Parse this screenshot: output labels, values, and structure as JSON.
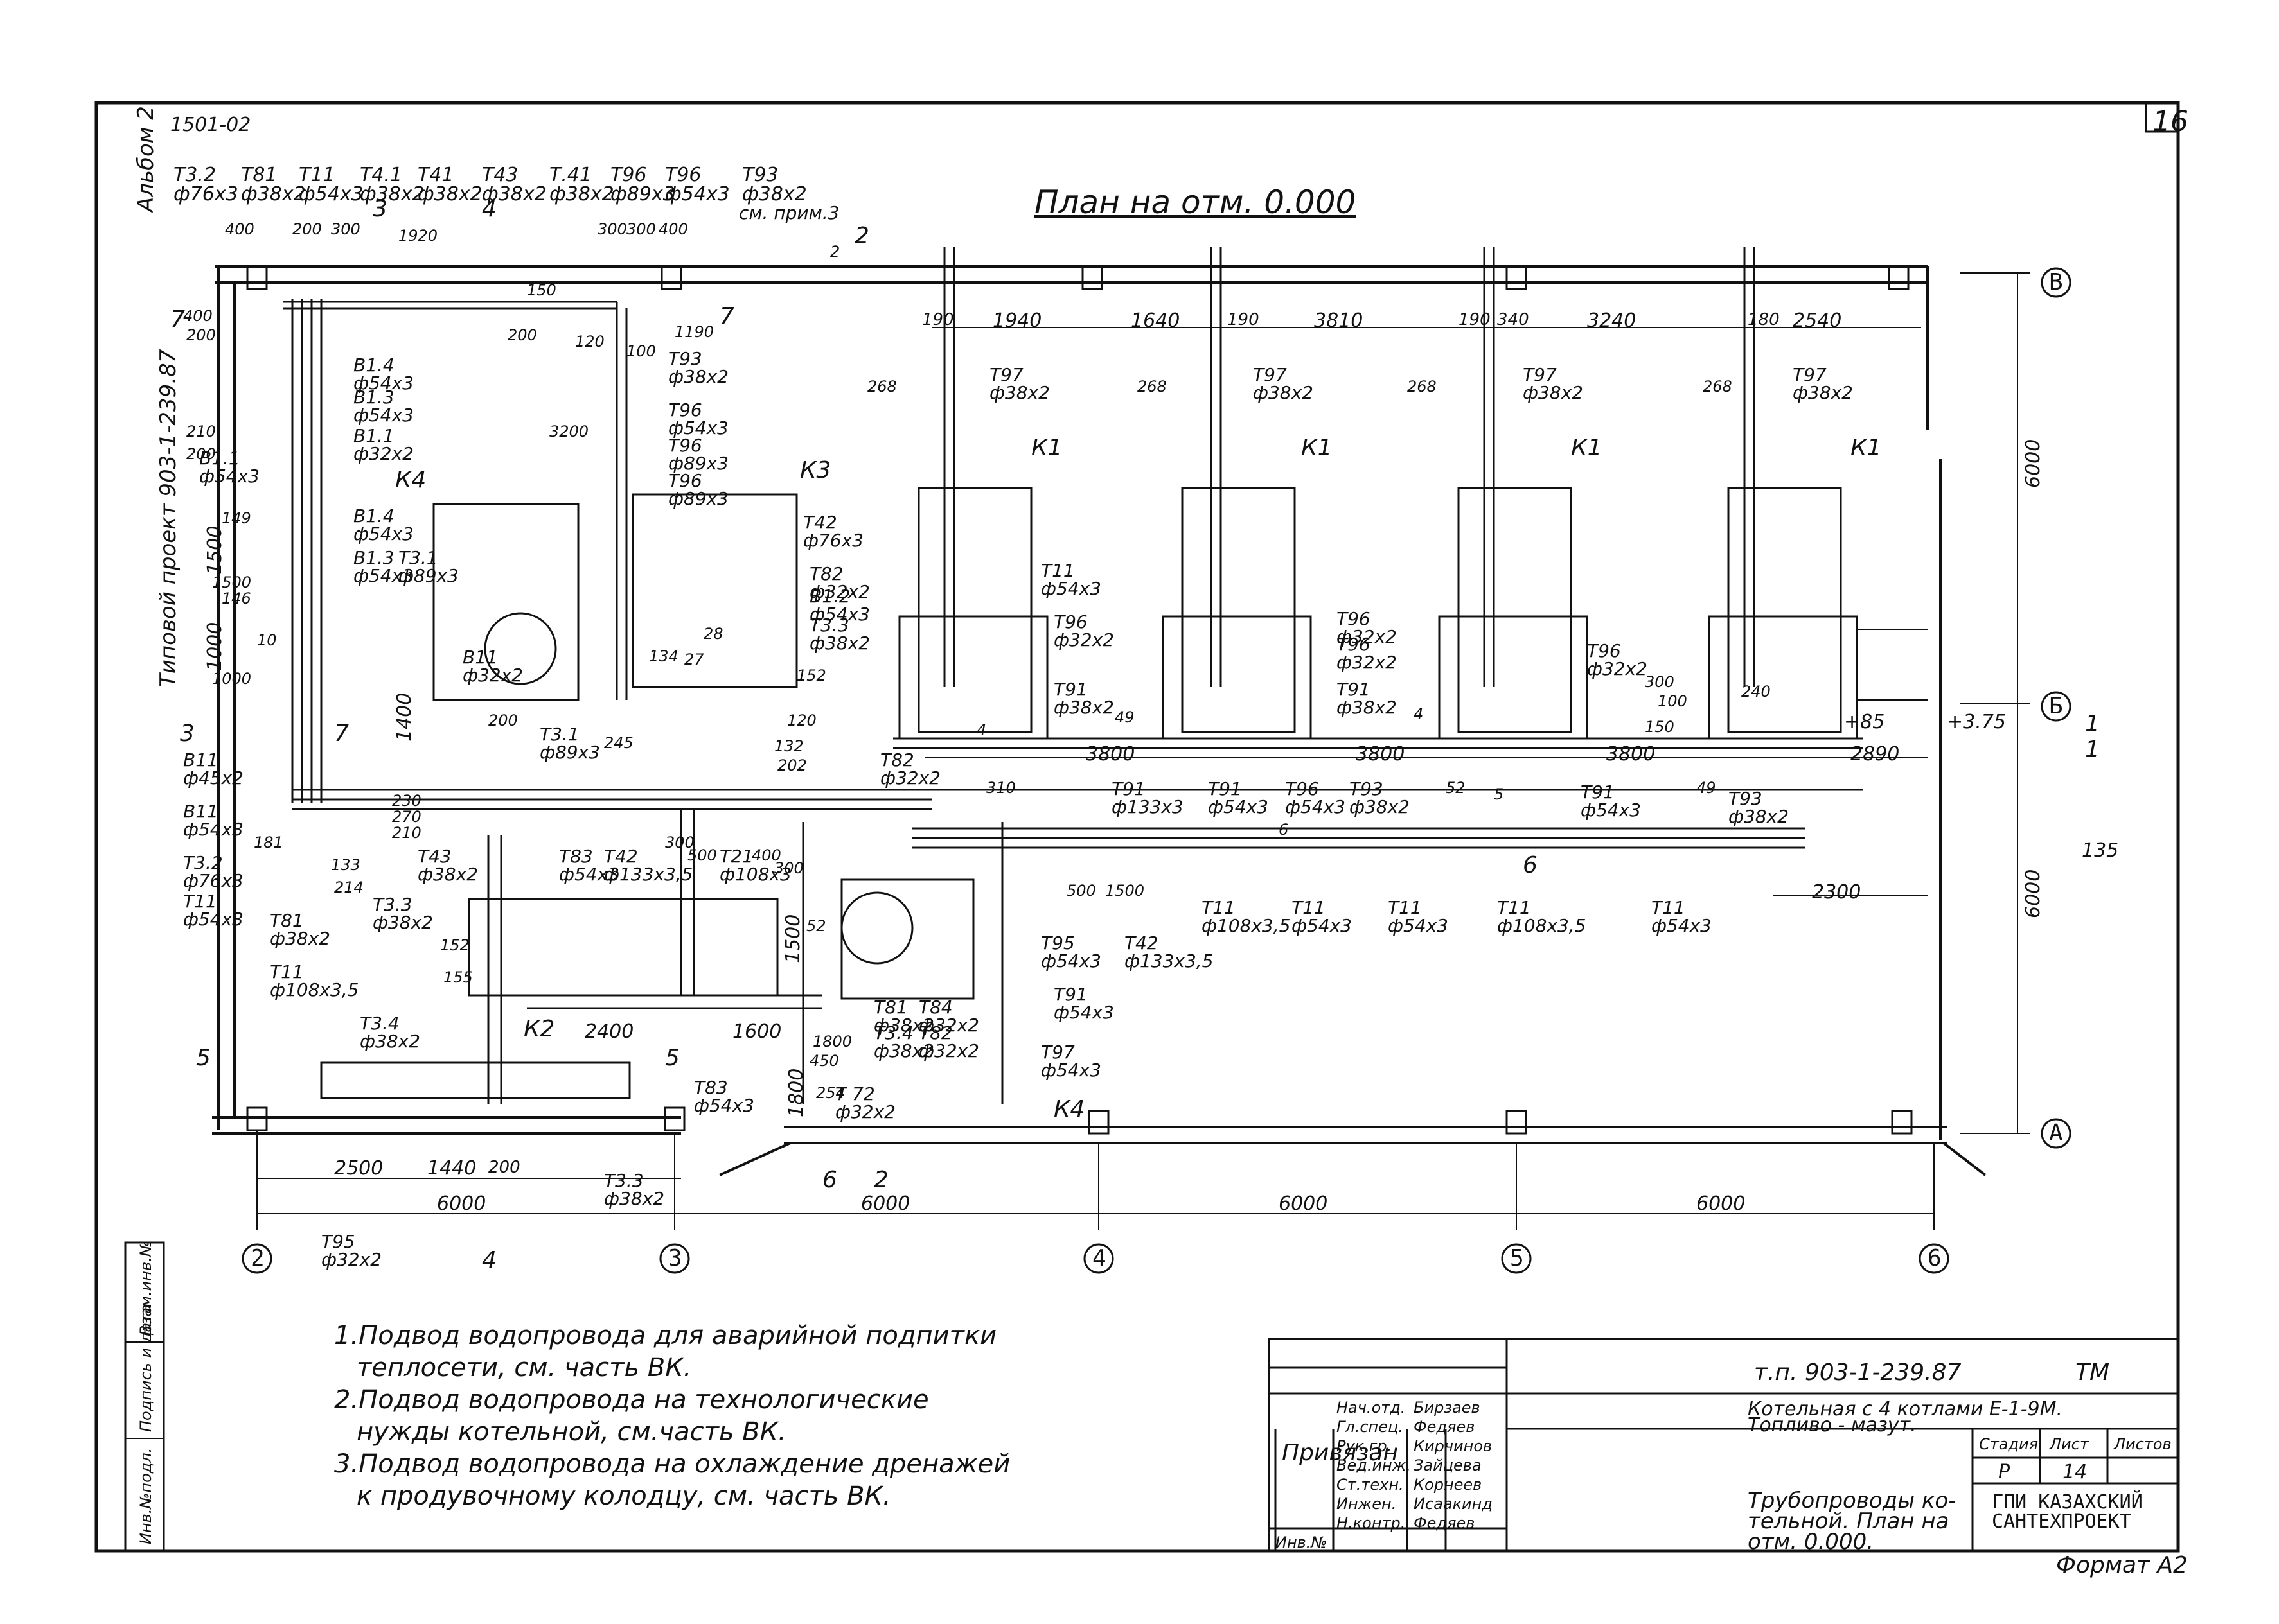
{
  "sheet": {
    "number": "16",
    "code_top": "1501-02",
    "album": "Альбом 2",
    "project_side": "Типовой проект 903-1-239.87"
  },
  "plan_title": "План на отм. 0.000",
  "axes": {
    "cols": [
      "2",
      "3",
      "4",
      "5",
      "6"
    ],
    "rows": [
      "В",
      "Б",
      "А"
    ]
  },
  "dimensions": {
    "bottom_spans": [
      "6000",
      "6000",
      "6000",
      "6000"
    ],
    "bottom_small": [
      "2500",
      "1440",
      "200"
    ],
    "right": [
      "6000",
      "6000"
    ],
    "top_spans": [
      "1940",
      "1640",
      "3810",
      "3240",
      "2540",
      "190",
      "190",
      "340",
      "190",
      "180"
    ],
    "mid_spans": [
      "3800",
      "3800",
      "3800",
      "2890",
      "2300"
    ],
    "left": [
      "2400",
      "1600",
      "1800",
      "1500",
      "1000",
      "1500",
      "1400"
    ]
  },
  "pipe_labels_top": [
    {
      "code": "Т3.2",
      "size": "ф76х3"
    },
    {
      "code": "Т81",
      "size": "ф38х2"
    },
    {
      "code": "Т11",
      "size": "ф54х3"
    },
    {
      "code": "Т4.1",
      "size": "ф38х2"
    },
    {
      "code": "Т41",
      "size": "ф38х2"
    },
    {
      "code": "Т43",
      "size": "ф38х2"
    },
    {
      "code": "Т.41",
      "size": "ф38х2"
    },
    {
      "code": "Т96",
      "size": "ф89х3"
    },
    {
      "code": "Т96",
      "size": "ф54х3"
    },
    {
      "code": "Т93",
      "size": "ф38х2"
    }
  ],
  "pipe_labels": [
    {
      "code": "Т97",
      "size": "ф38х2"
    },
    {
      "code": "Т97",
      "size": "ф38х2"
    },
    {
      "code": "Т97",
      "size": "ф38х2"
    },
    {
      "code": "Т97",
      "size": "ф38х2"
    },
    {
      "code": "Т93",
      "size": "ф38х2"
    },
    {
      "code": "Т96",
      "size": "ф54х3"
    },
    {
      "code": "Т96",
      "size": "ф89х3"
    },
    {
      "code": "Т96",
      "size": "ф89х3"
    },
    {
      "code": "В1.4",
      "size": "ф54х3"
    },
    {
      "code": "В1.3",
      "size": "ф54х3"
    },
    {
      "code": "В1.1",
      "size": "ф32х2"
    },
    {
      "code": "В1.1",
      "size": "ф54х3"
    },
    {
      "code": "В1.4",
      "size": "ф54х3"
    },
    {
      "code": "В1.3",
      "size": "ф54х3"
    },
    {
      "code": "Т3.1",
      "size": "ф89х3"
    },
    {
      "code": "В11",
      "size": "ф32х2"
    },
    {
      "code": "Т3.1",
      "size": "ф89х3"
    },
    {
      "code": "Т42",
      "size": "ф76х3"
    },
    {
      "code": "Т82",
      "size": "ф32х2"
    },
    {
      "code": "В1.2",
      "size": "ф54х3"
    },
    {
      "code": "Т3.3",
      "size": "ф38х2"
    },
    {
      "code": "Т11",
      "size": "ф54х3"
    },
    {
      "code": "Т96",
      "size": "ф32х2"
    },
    {
      "code": "Т96",
      "size": "ф32х2"
    },
    {
      "code": "Т96",
      "size": "ф32х2"
    },
    {
      "code": "Т96",
      "size": "ф32х2"
    },
    {
      "code": "Т91",
      "size": "ф38х2"
    },
    {
      "code": "Т91",
      "size": "ф38х2"
    },
    {
      "code": "Т91",
      "size": "ф133х3"
    },
    {
      "code": "Т91",
      "size": "ф54х3"
    },
    {
      "code": "Т96",
      "size": "ф54х3"
    },
    {
      "code": "Т93",
      "size": "ф38х2"
    },
    {
      "code": "Т91",
      "size": "ф54х3"
    },
    {
      "code": "Т93",
      "size": "ф38х2"
    },
    {
      "code": "Т82",
      "size": "ф32х2"
    },
    {
      "code": "Т11",
      "size": "ф108х3,5"
    },
    {
      "code": "Т11",
      "size": "ф54х3"
    },
    {
      "code": "Т11",
      "size": "ф54х3"
    },
    {
      "code": "Т11",
      "size": "ф108х3,5"
    },
    {
      "code": "Т11",
      "size": "ф54х3"
    },
    {
      "code": "В11",
      "size": "ф45х2"
    },
    {
      "code": "В11",
      "size": "ф54х3"
    },
    {
      "code": "Т3.2",
      "size": "ф76х3"
    },
    {
      "code": "Т11",
      "size": "ф54х3"
    },
    {
      "code": "Т81",
      "size": "ф38х2"
    },
    {
      "code": "Т11",
      "size": "ф108х3,5"
    },
    {
      "code": "Т43",
      "size": "ф38х2"
    },
    {
      "code": "Т3.3",
      "size": "ф38х2"
    },
    {
      "code": "Т83",
      "size": "ф54х3"
    },
    {
      "code": "Т42",
      "size": "ф133х3,5"
    },
    {
      "code": "Т21",
      "size": "ф108х3"
    },
    {
      "code": "Т3.4",
      "size": "ф38х2"
    },
    {
      "code": "Т95",
      "size": "ф54х3"
    },
    {
      "code": "Т42",
      "size": "ф133х3,5"
    },
    {
      "code": "Т81",
      "size": "ф38х2"
    },
    {
      "code": "Т84",
      "size": "ф32х2"
    },
    {
      "code": "Т91",
      "size": "ф54х3"
    },
    {
      "code": "Т3.4",
      "size": "ф38х2"
    },
    {
      "code": "Т82",
      "size": "ф32х2"
    },
    {
      "code": "Т83",
      "size": "ф54х3"
    },
    {
      "code": "Т 72",
      "size": "ф32х2"
    },
    {
      "code": "Т97",
      "size": "ф54х3"
    },
    {
      "code": "Т3.3",
      "size": "ф38х2"
    },
    {
      "code": "Т95",
      "size": "ф32х2"
    }
  ],
  "equipment": [
    "К1",
    "К1",
    "К1",
    "К1",
    "К2",
    "К3",
    "К4",
    "К4"
  ],
  "sections": [
    "7",
    "7",
    "7",
    "3",
    "3",
    "4",
    "4",
    "5",
    "5",
    "6",
    "6",
    "1",
    "1",
    "2",
    "2"
  ],
  "notes": [
    "1.Подвод водопровода для аварийной подпитки теплосети, см. часть ВК.",
    "2.Подвод водопровода на технологические нужды котельной, см.часть ВК.",
    "3.Подвод водопровода на охлаждение дренажей к продувочному колодцу, см. часть ВК."
  ],
  "notes_lines": [
    "1.Подвод водопровода для аварийной подпитки",
    "теплосети, см. часть ВК.",
    "2.Подвод водопровода на технологические",
    "нужды котельной, см.часть ВК.",
    "3.Подвод водопровода на охлаждение дренажей",
    "к продувочному колодцу, см. часть ВК."
  ],
  "stamp": {
    "doc_code": "т.п. 903-1-239.87",
    "mark": "ТМ",
    "object_line1": "Котельная с 4 котлами Е-1-9М.",
    "object_line2": "Топливо - мазут.",
    "sheet_title_lines": [
      "Трубопроводы ко-",
      "тельной. План на",
      "отм. 0.000."
    ],
    "stage_head": "Стадия",
    "sheet_head": "Лист",
    "sheets_head": "Листов",
    "stage": "Р",
    "sheet": "14",
    "org_line1": "ГПИ КАЗАХСКИЙ",
    "org_line2": "САНТЕХПРОЕКТ",
    "format": "Формат А2",
    "privyazan": "Привязан",
    "inv": "Инв.№",
    "roles": [
      "Нач.отд.",
      "Гл.спец.",
      "Рук.гр.",
      "Вед.инж.",
      "Ст.техн.",
      "Инжен.",
      "Н.контр."
    ],
    "names": [
      "Бирзаев",
      "Федяев",
      "Кирчинов",
      "Зайцева",
      "Корнеев",
      "Исаакинд",
      "Федяев"
    ],
    "side_cells": [
      "Инв.№подл.",
      "Подпись и дата",
      "Взам.инв.№"
    ]
  },
  "misc": {
    "see_note": "см. прим.3",
    "elev_marks": [
      "+85",
      "+3.75",
      "135"
    ],
    "nums": [
      "400",
      "200",
      "300",
      "1920",
      "150",
      "200",
      "300",
      "300",
      "400",
      "120",
      "1190",
      "100",
      "3200",
      "268",
      "268",
      "268",
      "268",
      "310",
      "2",
      "149",
      "146",
      "10",
      "1500",
      "1000",
      "400",
      "200",
      "210",
      "200",
      "230",
      "270",
      "210",
      "245",
      "134",
      "27",
      "28",
      "152",
      "120",
      "132",
      "202",
      "200",
      "155",
      "152",
      "214",
      "133",
      "181",
      "300",
      "500",
      "400",
      "300",
      "500",
      "1500",
      "450",
      "1800",
      "254",
      "52",
      "52",
      "49",
      "49",
      "4",
      "4",
      "5",
      "6",
      "240",
      "100",
      "150",
      "300"
    ]
  }
}
